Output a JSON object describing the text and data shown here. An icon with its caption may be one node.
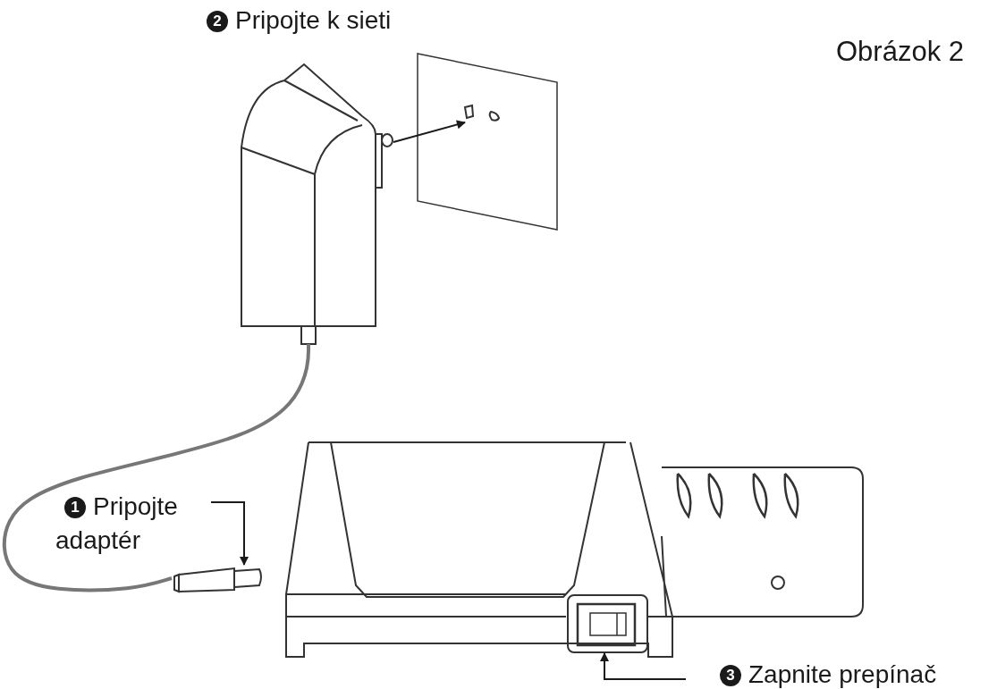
{
  "diagram": {
    "title": "Obrázok 2",
    "nodes": [
      {
        "text": [],
        "shape": "box"
      },
      {
        "text": [],
        "shape": "box"
      },
      {
        "text": [
          "1",
          "Pripojte adaptér"
        ]
      },
      {
        "text": [],
        "shape": "cylinder"
      },
      {
        "text": [],
        "shape": "box"
      },
      {
        "text": [
          "3",
          "Zapnite prepínač"
        ]
      },
      {
        "text": [
          "2",
          "Pripojte k sieti"
        ]
      }
    ],
    "edges": [
      {
        "from": 0,
        "to": 1,
        "arrow": "to"
      },
      {
        "from": 0,
        "to": 3,
        "arrow": "none",
        "style": "thick",
        "color": "#777777"
      },
      {
        "from": 2,
        "to": 3,
        "arrow": "to"
      },
      {
        "from": 5,
        "to": 4,
        "arrow": "to"
      }
    ]
  }
}
